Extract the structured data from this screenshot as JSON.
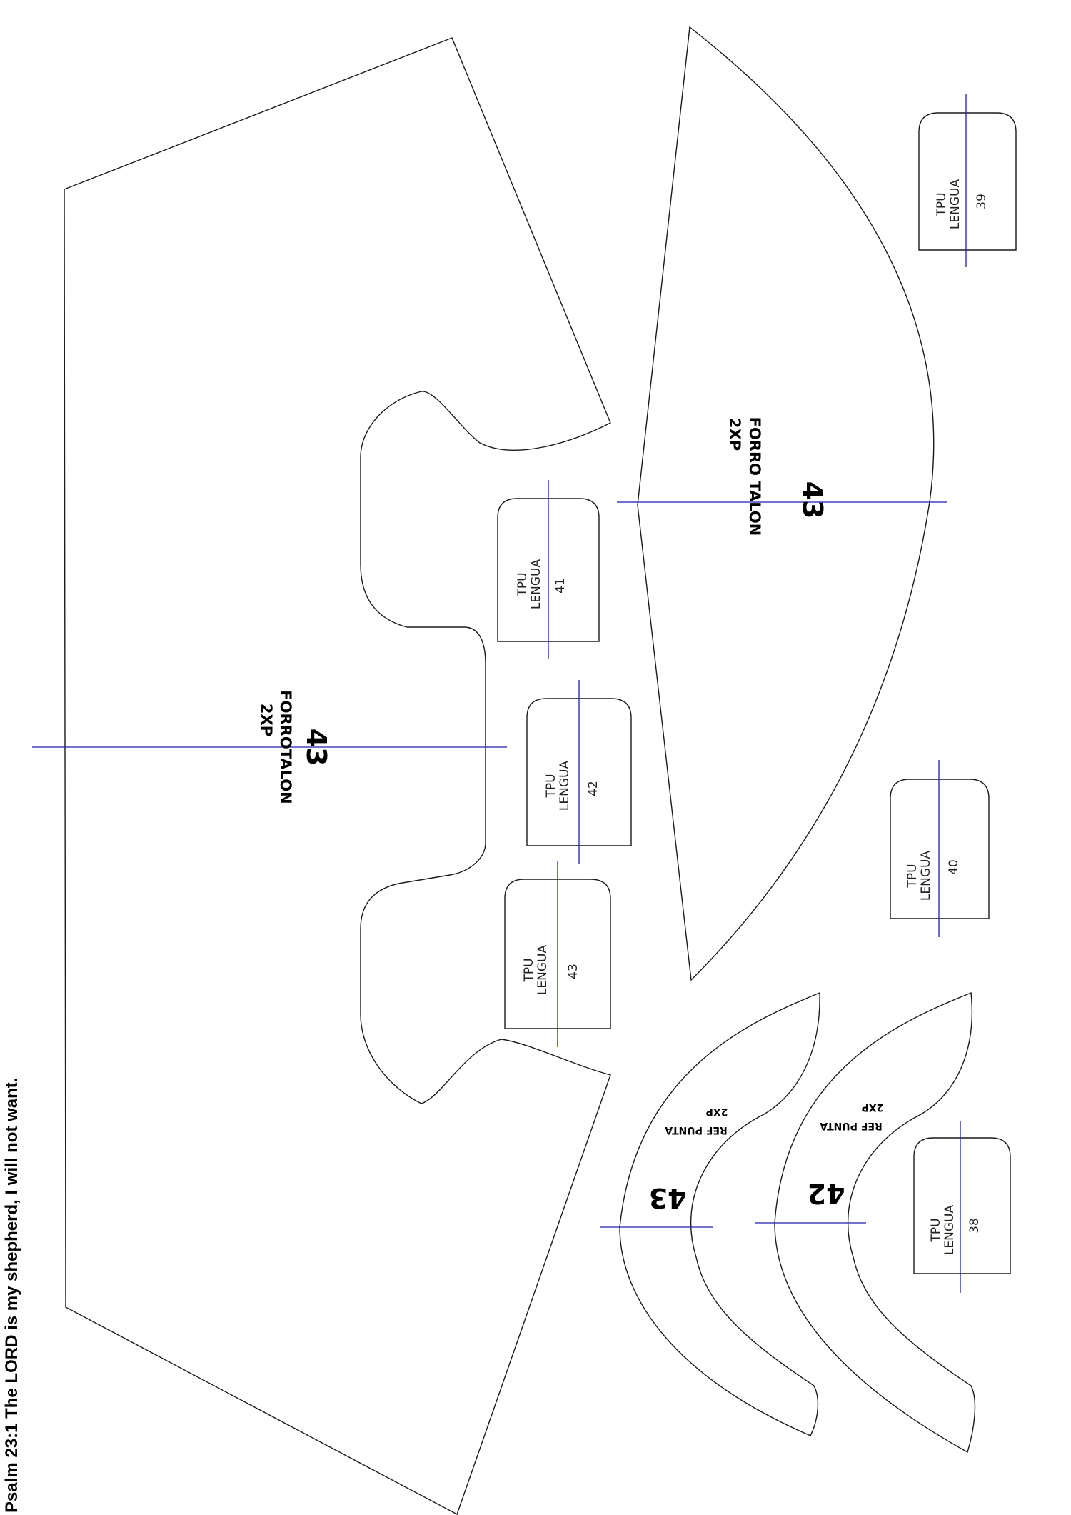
{
  "verse": "Psalm 23:1 The LORD is my shepherd, I will not want.",
  "pieces": {
    "forro_talon_left": {
      "size": "43",
      "name": "FORROTALON",
      "qty": "2XP"
    },
    "forro_talon_right": {
      "size": "43",
      "name": "FORRO TALON",
      "qty": "2XP"
    },
    "ref_punta_43": {
      "size": "43",
      "name": "REF PUNTA",
      "qty": "2XP"
    },
    "ref_punta_42": {
      "size": "42",
      "name": "REF PUNTA",
      "qty": "2XP"
    }
  },
  "tpu_lengua": [
    {
      "line1": "TPU",
      "line2": "LENGUA",
      "size": "41"
    },
    {
      "line1": "TPU",
      "line2": "LENGUA",
      "size": "42"
    },
    {
      "line1": "TPU",
      "line2": "LENGUA",
      "size": "43"
    },
    {
      "line1": "TPU",
      "line2": "LENGUA",
      "size": "39"
    },
    {
      "line1": "TPU",
      "line2": "LENGUA",
      "size": "40"
    },
    {
      "line1": "TPU",
      "line2": "LENGUA",
      "size": "38"
    }
  ],
  "colors": {
    "outline": "#1a1a1a",
    "grain_line": "#1f1fb0"
  }
}
